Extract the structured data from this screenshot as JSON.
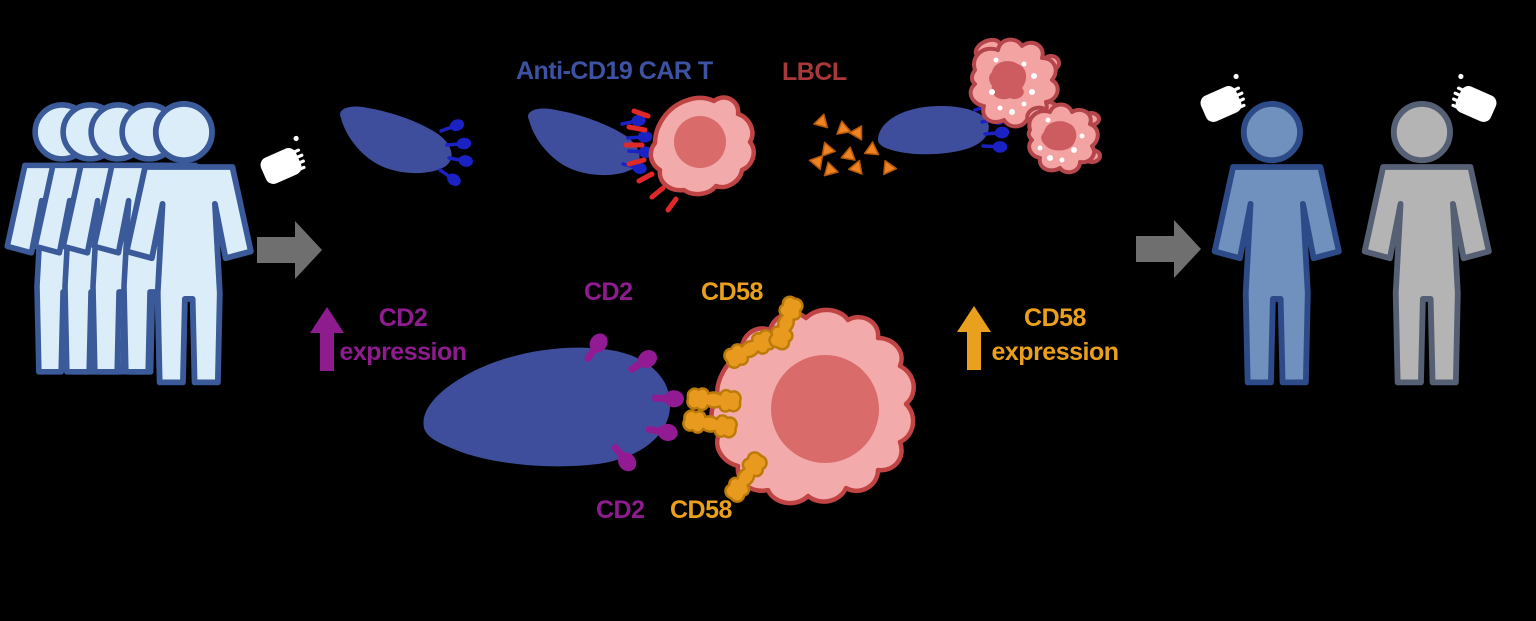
{
  "figure": {
    "background": "#000000",
    "labels": {
      "anti_cd19_car_t": "Anti-CD19 CAR T",
      "lbcl": "LBCL",
      "cd2": "CD2",
      "cd58": "CD58"
    },
    "annotations": {
      "cd2_expression": {
        "line1": "CD2",
        "line2": "expression",
        "arrow": "up"
      },
      "cd58_expression": {
        "line1": "CD58",
        "line2": "expression",
        "arrow": "up"
      }
    },
    "colors": {
      "anti_cd19_text": "#3e52a4",
      "lbcl_text": "#a93838",
      "cd2_text": "#8e1c8e",
      "cd58_text": "#eba01b",
      "car_t_cell": "#3f4e9c",
      "car_receptor": "#1b22c4",
      "cd19_antigen": "#e02828",
      "tumor_cell_fill": "#f2abaa",
      "tumor_cell_outline": "#c04444",
      "tumor_nucleus": "#d96b6b",
      "cd2_receptor": "#921b93",
      "cd58_receptor": "#e79a1d",
      "cytokine_triangle": "#ef8222",
      "patient_group_fill": "#daedf9",
      "patient_group_outline": "#3a5a99",
      "responder_fill": "#7090bd",
      "nonresponder_fill": "#b4b4b4",
      "gray_arrow": "#6f6f6f",
      "infusion_icon": "#ffffff"
    },
    "icons": [
      {
        "name": "patient-group-icon",
        "count": 5
      },
      {
        "name": "infusion-bag-icon",
        "count": 3
      },
      {
        "name": "arrow-right-icon",
        "count": 2
      },
      {
        "name": "arrow-up-icon",
        "count": 2
      },
      {
        "name": "car-t-cell-icon",
        "count": 4
      },
      {
        "name": "lymphoma-cell-icon",
        "count": 2
      },
      {
        "name": "apoptotic-cell-icon",
        "count": 2
      },
      {
        "name": "cytokine-triangle-icon",
        "count": 10
      },
      {
        "name": "responder-person-icon",
        "count": 1
      },
      {
        "name": "nonresponder-person-icon",
        "count": 1
      }
    ]
  }
}
